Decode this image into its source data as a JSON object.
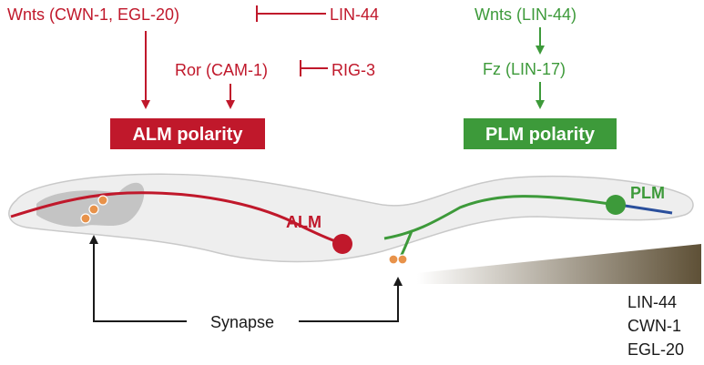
{
  "pathway": {
    "alm": {
      "wnts": "Wnts (CWN-1, EGL-20)",
      "lin44": "LIN-44",
      "ror": "Ror (CAM-1)",
      "rig3": "RIG-3",
      "box": "ALM polarity"
    },
    "plm": {
      "wnts": "Wnts (LIN-44)",
      "fz": "Fz (LIN-17)",
      "box": "PLM polarity"
    }
  },
  "worm": {
    "alm_label": "ALM",
    "plm_label": "PLM",
    "synapse_label": "Synapse",
    "gradient_labels": [
      "LIN-44",
      "CWN-1",
      "EGL-20"
    ]
  },
  "colors": {
    "alm": "#c0182b",
    "plm": "#3d9a3a",
    "plm_tail": "#2a4f9c",
    "synapse": "#e8924a"
  }
}
